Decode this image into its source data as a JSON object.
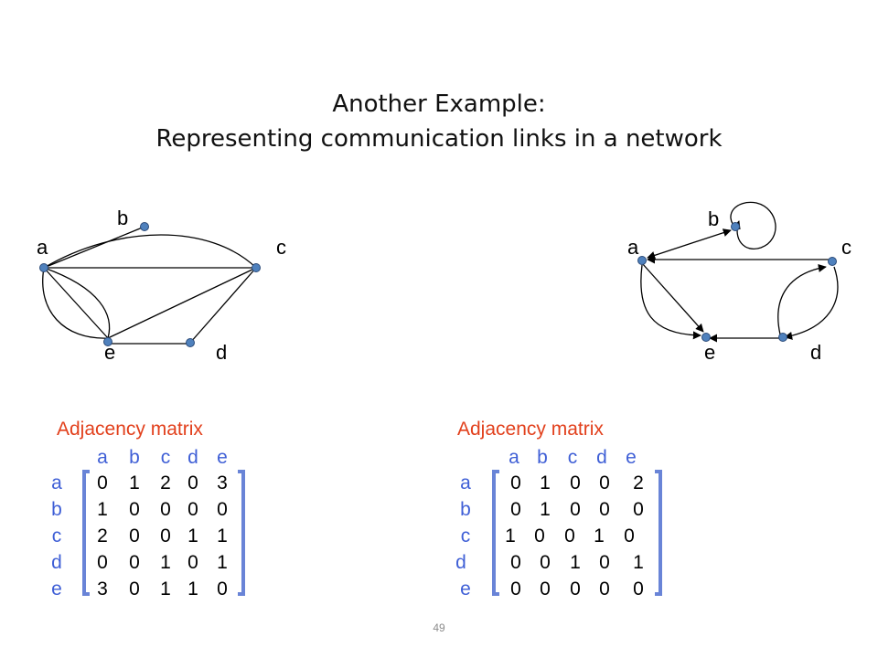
{
  "title": {
    "line1": "Another Example:",
    "line2": "Representing communication links in a network"
  },
  "colors": {
    "node_fill": "#4f81bd",
    "node_stroke": "#2b4a78",
    "header_blue": "#3f5fd6",
    "matrix_title_red": "#e2401c",
    "bracket_blue": "#4f6fd0"
  },
  "left_graph": {
    "nodes": [
      {
        "id": "a",
        "label": "a"
      },
      {
        "id": "b",
        "label": "b"
      },
      {
        "id": "c",
        "label": "c"
      },
      {
        "id": "d",
        "label": "d"
      },
      {
        "id": "e",
        "label": "e"
      }
    ]
  },
  "right_graph": {
    "nodes": [
      {
        "id": "a",
        "label": "a"
      },
      {
        "id": "b",
        "label": "b"
      },
      {
        "id": "c",
        "label": "c"
      },
      {
        "id": "d",
        "label": "d"
      },
      {
        "id": "e",
        "label": "e"
      }
    ]
  },
  "left_matrix": {
    "title": "Adjacency   matrix",
    "col_headers": [
      "a",
      "b",
      "c",
      "d",
      "e"
    ],
    "row_headers": [
      "a",
      "b",
      "c",
      "d",
      "e"
    ],
    "rows": [
      [
        "0",
        "1",
        "2",
        "0",
        "3"
      ],
      [
        "1",
        "0",
        "0",
        "0",
        "0"
      ],
      [
        "2",
        "0",
        "0",
        "1",
        "1"
      ],
      [
        "0",
        "0",
        "1",
        "0",
        "1"
      ],
      [
        "3",
        "0",
        "1",
        "1",
        "0"
      ]
    ]
  },
  "right_matrix": {
    "title": "Adjacency   matrix",
    "col_headers": [
      "a",
      "b",
      "c",
      "d",
      "e"
    ],
    "row_headers": [
      "a",
      "b",
      "c",
      "d",
      "e"
    ],
    "rows": [
      [
        "0",
        "1",
        "0",
        "0",
        "2"
      ],
      [
        "0",
        "1",
        "0",
        "0",
        "0"
      ],
      [
        "1",
        "0",
        "0",
        "1",
        "0"
      ],
      [
        "0",
        "0",
        "1",
        "0",
        "1"
      ],
      [
        "0",
        "0",
        "0",
        "0",
        "0"
      ]
    ]
  },
  "slide_number": "49"
}
